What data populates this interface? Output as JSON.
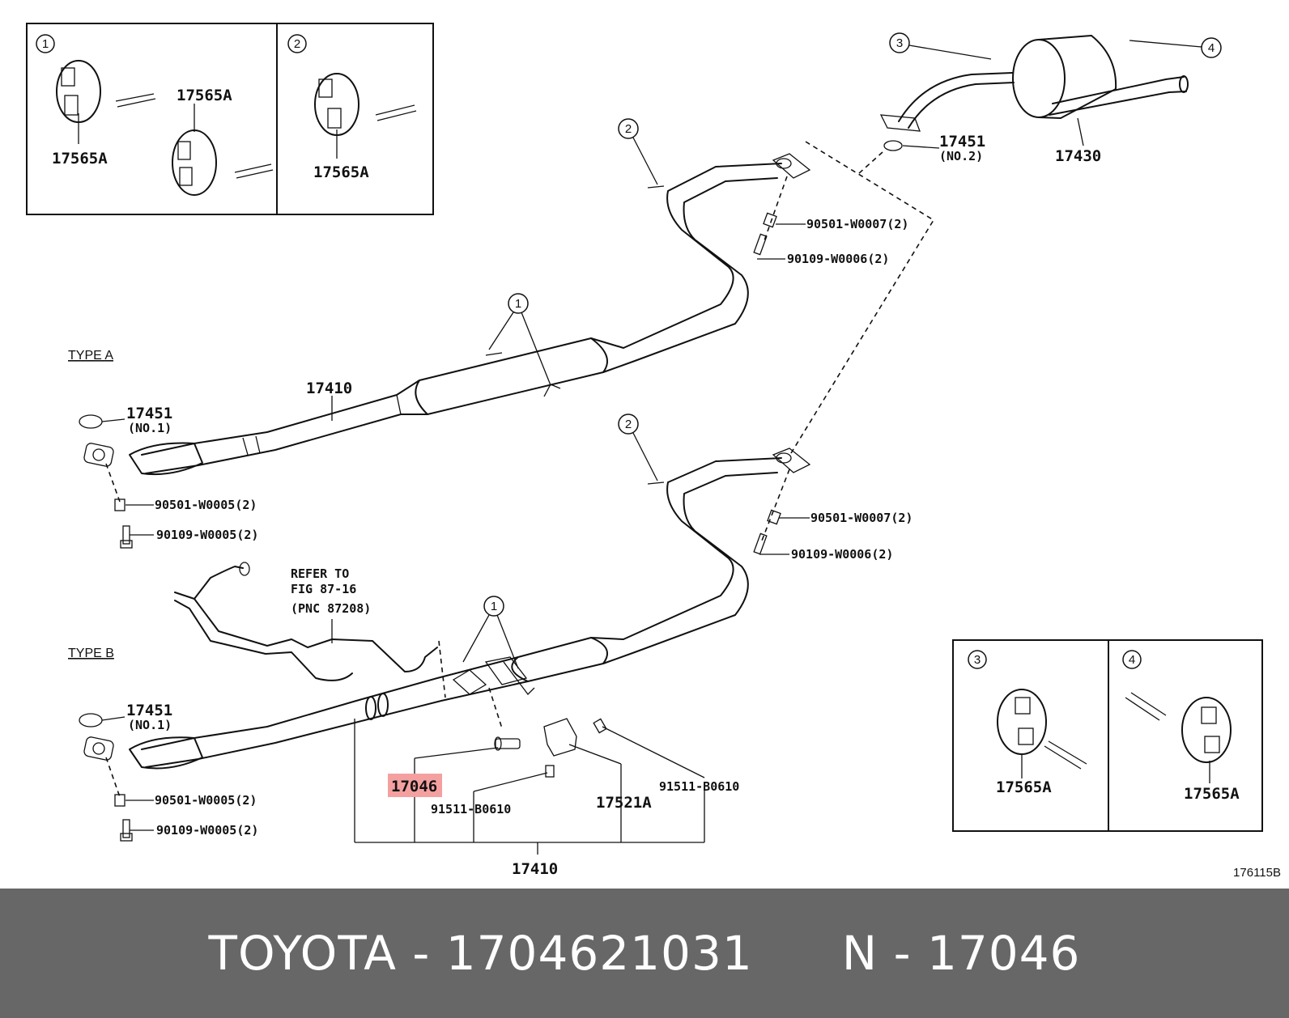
{
  "diagram": {
    "figure_code": "176115B",
    "type_a_label": "TYPE A",
    "type_b_label": "TYPE B",
    "refer_note": [
      "REFER TO",
      "FIG 87-16",
      "(PNC 87208)"
    ],
    "callouts": [
      "1",
      "2",
      "3",
      "4"
    ],
    "parts": {
      "p17565A": "17565A",
      "p17451": "17451",
      "no1": "(NO.1)",
      "no2": "(NO.2)",
      "p17430": "17430",
      "p17410": "17410",
      "p17046": "17046",
      "p17521A": "17521A",
      "p91511": "91511-B0610",
      "p90501_7": "90501-W0007(2)",
      "p90109_6": "90109-W0006(2)",
      "p90501_5": "90501-W0005(2)",
      "p90109_5": "90109-W0005(2)"
    },
    "highlight_color": "#f4a0a0"
  },
  "footer": {
    "brand": "TOYOTA - 1704621031",
    "pnc": "N - 17046",
    "background": "#676767",
    "text_color": "#ffffff"
  }
}
